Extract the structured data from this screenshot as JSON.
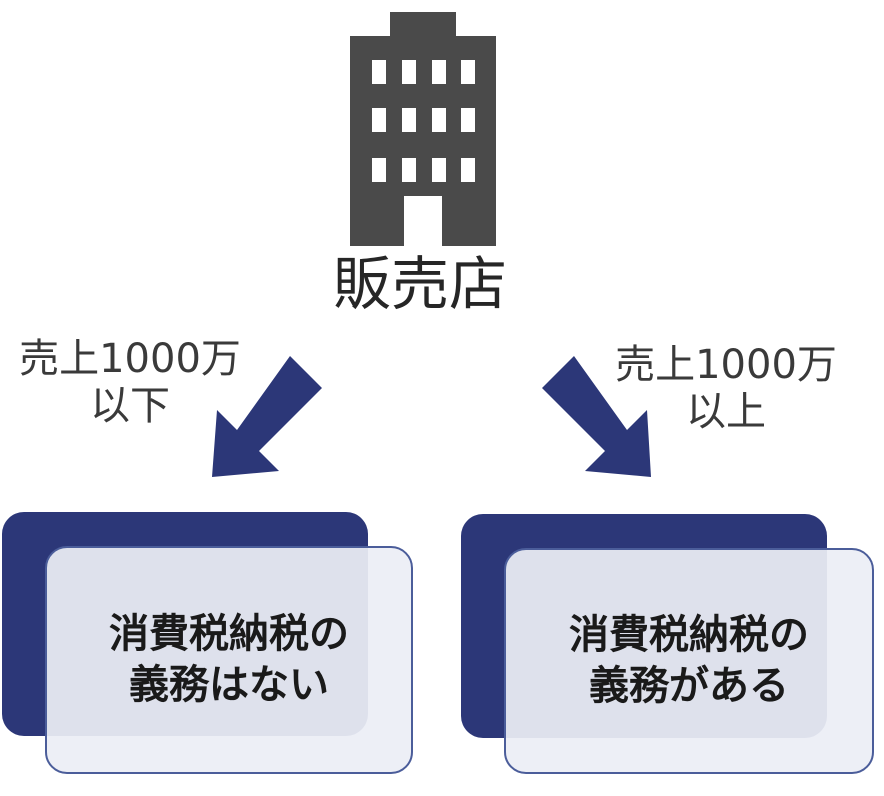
{
  "shop": {
    "label": "販売店",
    "icon": "building-icon"
  },
  "left": {
    "condition_line1": "売上1000万",
    "condition_line2": "以下",
    "result_line1": "消費税納税の",
    "result_line2": "義務はない"
  },
  "right": {
    "condition_line1": "売上1000万",
    "condition_line2": "以上",
    "result_line1": "消費税納税の",
    "result_line2": "義務がある"
  },
  "colors": {
    "navy": "#2c3778",
    "building": "#4a4a4a",
    "card_border": "#4b5d9a",
    "card_fill": "#eceef5"
  }
}
